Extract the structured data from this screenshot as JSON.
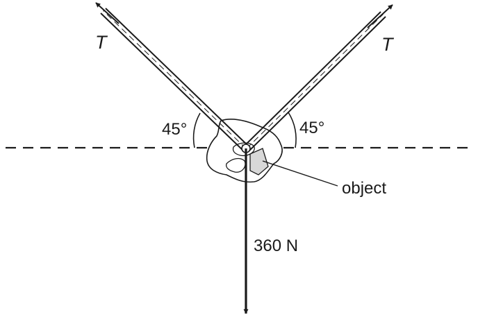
{
  "diagram": {
    "tension_left_label": "T",
    "tension_right_label": "T",
    "angle_left_label": "45°",
    "angle_right_label": "45°",
    "weight_label": "360 N",
    "object_label": "object"
  },
  "colors": {
    "ink": "#1a1a1a",
    "object_shade": "#d8d8d8",
    "background": "#ffffff"
  }
}
